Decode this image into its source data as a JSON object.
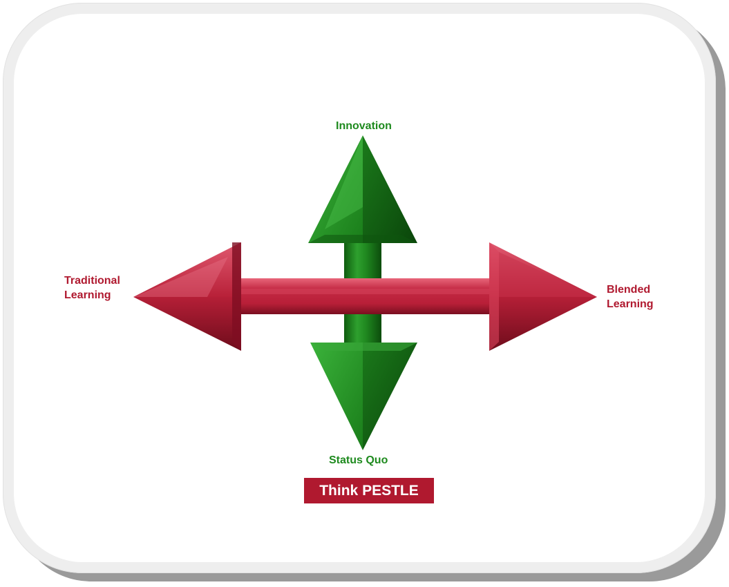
{
  "diagram": {
    "labels": {
      "top": "Innovation",
      "bottom": "Status Quo",
      "left": "Traditional Learning",
      "right": "Blended Learning"
    },
    "badge": "Think PESTLE"
  },
  "colors": {
    "green_axis": "#1e8a1e",
    "red_axis": "#b0192f",
    "badge_background": "#b0192f",
    "badge_text": "#ffffff"
  }
}
